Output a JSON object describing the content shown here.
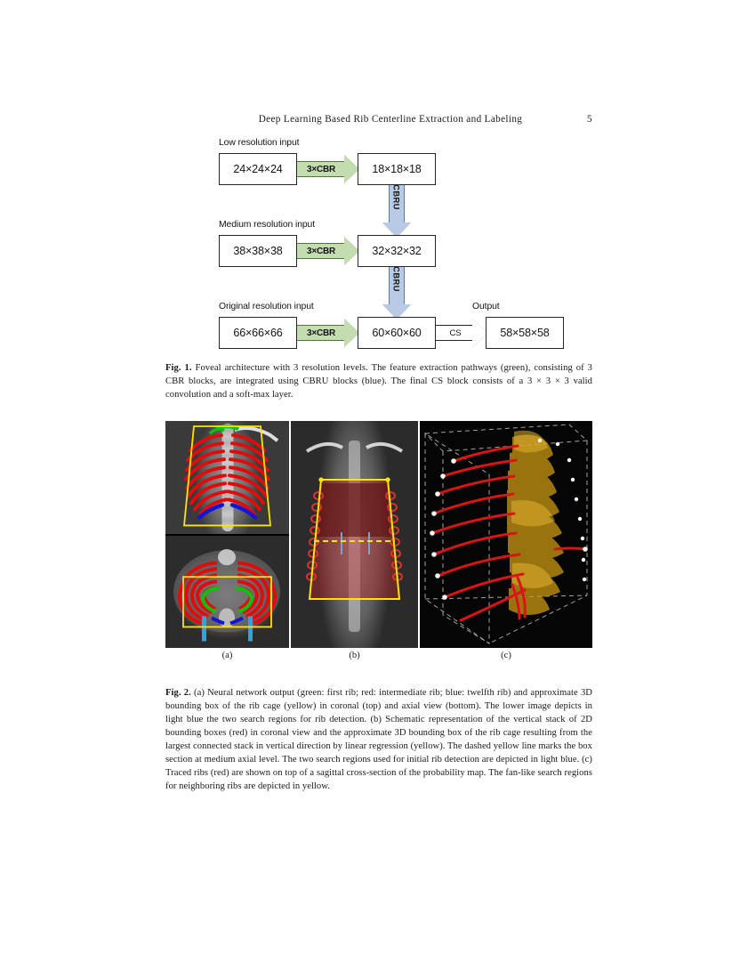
{
  "header": {
    "title": "Deep Learning Based Rib Centerline Extraction and Labeling",
    "page_number": "5"
  },
  "figure1": {
    "rows": [
      {
        "label": "Low resolution input",
        "input": "24×24×24",
        "op": "3×CBR",
        "output": "18×18×18"
      },
      {
        "label": "Medium resolution input",
        "input": "38×38×38",
        "op": "3×CBR",
        "output": "32×32×32"
      },
      {
        "label": "Original resolution input",
        "input": "66×66×66",
        "op": "3×CBR",
        "output": "60×60×60"
      }
    ],
    "merge_op_1": "CBRU",
    "merge_op_2": "CBRU",
    "final_op": "CS",
    "output_label": "Output",
    "final_output": "58×58×58",
    "colors": {
      "cbr_green_fill": "#c3ddb0",
      "cbr_green_stroke": "#4c7a33",
      "cbru_blue_fill": "#b9cbe4",
      "cbru_blue_stroke": "#5a7ba6",
      "box_stroke": "#262626"
    },
    "caption_label": "Fig. 1.",
    "caption_text": " Foveal architecture with 3 resolution levels. The feature extraction pathways (green), consisting of 3 CBR blocks, are integrated using CBRU blocks (blue). The final CS block consists of a 3 × 3 × 3 valid convolution and a soft-max layer."
  },
  "figure2": {
    "panels": [
      {
        "id": "a",
        "label": "(a)",
        "name": "neural-network-output-panel",
        "views": [
          "coronal",
          "axial"
        ]
      },
      {
        "id": "b",
        "label": "(b)",
        "name": "bounding-box-schematic-panel",
        "views": [
          "coronal"
        ]
      },
      {
        "id": "c",
        "label": "(c)",
        "name": "traced-ribs-3d-panel",
        "views": [
          "sagittal-probability-map"
        ]
      }
    ],
    "overlay_colors": {
      "first_rib_green": "#00c000",
      "intermediate_rib_red": "#e00000",
      "twelfth_rib_blue": "#0000d8",
      "bounding_box_yellow": "#ffe400",
      "search_region_light_blue": "#29a8e0",
      "fan_region_yellow": "#d4a017",
      "probability_map_red": "#b22222"
    },
    "caption_label": "Fig. 2.",
    "caption_text": " (a) Neural network output (green: first rib; red: intermediate rib; blue: twelfth rib) and approximate 3D bounding box of the rib cage (yellow) in coronal (top) and axial view (bottom). The lower image depicts in light blue the two search regions for rib detection. (b) Schematic representation of the vertical stack of 2D bounding boxes (red) in coronal view and the approximate 3D bounding box of the rib cage resulting from the largest connected stack in vertical direction by linear regression (yellow). The dashed yellow line marks the box section at medium axial level. The two search regions used for initial rib detection are depicted in light blue. (c) Traced ribs (red) are shown on top of a sagittal cross-section of the probability map. The fan-like search regions for neighboring ribs are depicted in yellow."
  }
}
